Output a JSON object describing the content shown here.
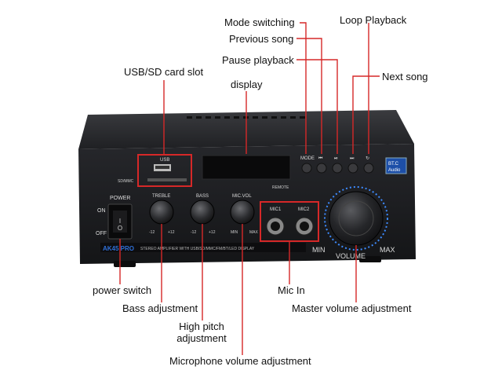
{
  "callouts": {
    "mode_switching": "Mode switching",
    "previous_song": "Previous song",
    "pause_playback": "Pause playback",
    "loop_playback": "Loop Playback",
    "next_song": "Next song",
    "usb_sd_slot": "USB/SD card slot",
    "display": "display",
    "power_switch": "power switch",
    "bass_adjustment": "Bass adjustment",
    "high_pitch_adjustment": "High pitch adjustment",
    "mic_volume_adjustment": "Microphone volume adjustment",
    "mic_in": "Mic In",
    "master_volume_adjustment": "Master volume adjustment"
  },
  "panel": {
    "power": "POWER",
    "on": "ON",
    "off": "OFF",
    "usb": "USB",
    "sd_mmc": "SD/MMC",
    "remote": "REMOTE",
    "mode": "MODE",
    "bt_line1": "BT.C",
    "bt_line2": "Audio",
    "treble": "TREBLE",
    "bass": "BASS",
    "mic_vol": "MIC.VOL",
    "min_minus12": "-12",
    "max_plus12": "+12",
    "min": "MIN",
    "max": "MAX",
    "mic1": "MIC1",
    "mic2": "MIC2",
    "vol_min": "MIN",
    "vol_max": "MAX",
    "volume": "VOLUME",
    "model": "AK45 PRO",
    "strip": "STEREO AMPLIFIER WITH USB/SD/MMC/FM/BT/LED DISPLAY"
  },
  "colors": {
    "annotation_red": "#d62828",
    "chassis": "#1c1d20",
    "led_blue": "#3d8bff"
  }
}
